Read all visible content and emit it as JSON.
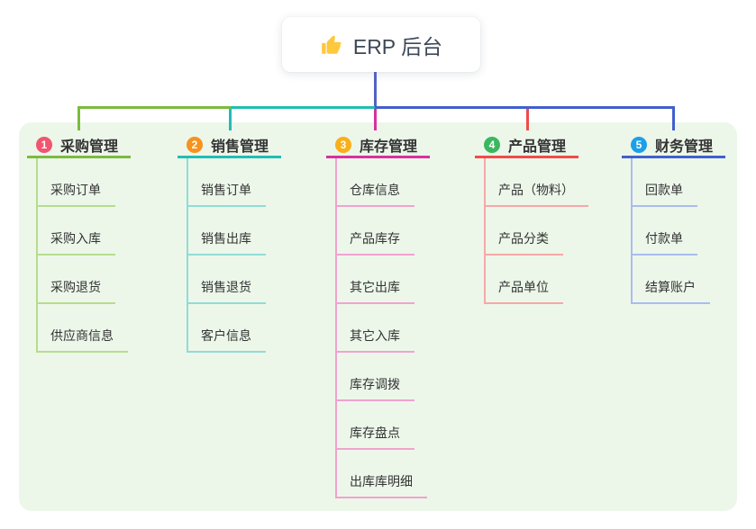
{
  "root": {
    "label": "ERP 后台",
    "icon": "thumbs-up-icon",
    "icon_color": "#FFC83D"
  },
  "connector": {
    "stem_color": "#5263C4"
  },
  "panel": {
    "bg": "#ECF7EA"
  },
  "text_color": "#333333",
  "branches": [
    {
      "num": "1",
      "label": "采购管理",
      "badge_color": "#F1556F",
      "line_color": "#7CBB3D",
      "light_color": "#B7DC8E",
      "children": [
        "采购订单",
        "采购入库",
        "采购退货",
        "供应商信息"
      ]
    },
    {
      "num": "2",
      "label": "销售管理",
      "badge_color": "#F6921E",
      "line_color": "#21BDB3",
      "light_color": "#90DCD5",
      "children": [
        "销售订单",
        "销售出库",
        "销售退货",
        "客户信息"
      ]
    },
    {
      "num": "3",
      "label": "库存管理",
      "badge_color": "#F9AF1B",
      "line_color": "#DB2F9E",
      "light_color": "#F2A2CF",
      "children": [
        "仓库信息",
        "产品库存",
        "其它出库",
        "其它入库",
        "库存调拨",
        "库存盘点",
        "出库库明细"
      ]
    },
    {
      "num": "4",
      "label": "产品管理",
      "badge_color": "#3BB75E",
      "line_color": "#F04B4B",
      "light_color": "#F7A8A8",
      "children": [
        "产品（物料）",
        "产品分类",
        "产品单位"
      ]
    },
    {
      "num": "5",
      "label": "财务管理",
      "badge_color": "#1D9FE8",
      "line_color": "#4160CE",
      "light_color": "#AABCEE",
      "children": [
        "回款单",
        "付款单",
        "结算账户"
      ]
    }
  ]
}
